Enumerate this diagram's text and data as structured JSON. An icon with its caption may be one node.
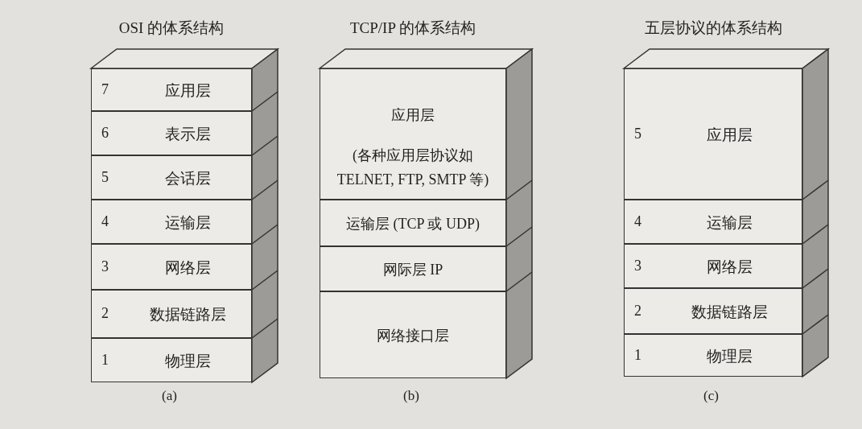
{
  "diagram": {
    "nodes": [
      {
        "text": [
          "OSI 的体系结构"
        ],
        "beside": [
          "(a)"
        ]
      },
      {
        "text": [
          "7",
          "应用层"
        ],
        "in": 0
      },
      {
        "text": [
          "6",
          "表示层"
        ],
        "in": 0
      },
      {
        "text": [
          "5",
          "会话层"
        ],
        "in": 0
      },
      {
        "text": [
          "4",
          "运输层"
        ],
        "in": 0
      },
      {
        "text": [
          "3",
          "网络层"
        ],
        "in": 0
      },
      {
        "text": [
          "2",
          "数据链路层"
        ],
        "in": 0
      },
      {
        "text": [
          "1",
          "物理层"
        ],
        "in": 0
      },
      {
        "text": [
          "TCP/IP 的体系结构"
        ],
        "beside": [
          "(b)"
        ]
      },
      {
        "text": [
          "应用层",
          "(各种应用层协议如 TELNET, FTP, SMTP 等)"
        ],
        "in": 8
      },
      {
        "text": [
          "运输层 (TCP 或 UDP)"
        ],
        "in": 8
      },
      {
        "text": [
          "网际层 IP"
        ],
        "in": 8
      },
      {
        "text": [
          "网络接口层"
        ],
        "in": 8
      },
      {
        "text": [
          "五层协议的体系结构"
        ],
        "beside": [
          "(c)"
        ]
      },
      {
        "text": [
          "5",
          "应用层"
        ],
        "in": 13
      },
      {
        "text": [
          "4",
          "运输层"
        ],
        "in": 13
      },
      {
        "text": [
          "3",
          "网络层"
        ],
        "in": 13
      },
      {
        "text": [
          "2",
          "数据链路层"
        ],
        "in": 13
      },
      {
        "text": [
          "1",
          "物理层"
        ],
        "in": 13
      }
    ]
  }
}
